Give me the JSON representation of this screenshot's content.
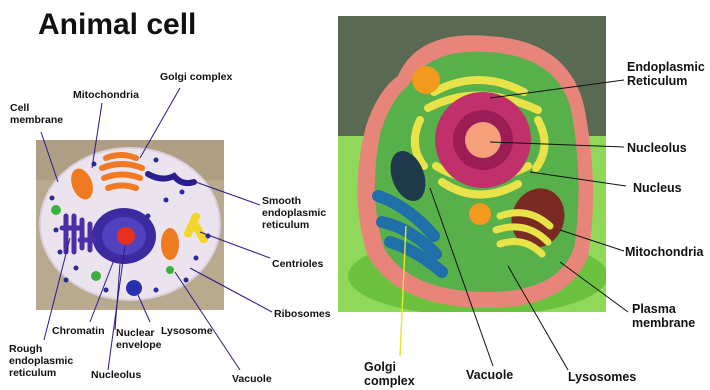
{
  "page_title": "Animal cell",
  "left_labels": {
    "cell_membrane": "Cell\nmembrane",
    "mitochondria": "Mitochondria",
    "golgi_complex": "Golgi complex",
    "smooth_er": "Smooth\nendoplasmic\nreticulum",
    "centrioles": "Centrioles",
    "ribosomes": "Ribosomes",
    "chromatin": "Chromatin",
    "nuclear_envelope": "Nuclear\nenvelope",
    "nucleolus": "Nucleolus",
    "lysosome": "Lysosome",
    "rough_er": "Rough\nendoplasmic\nreticulum",
    "vacuole": "Vacuole"
  },
  "right_labels": {
    "endoplasmic_reticulum": "Endoplasmic\nReticulum",
    "nucleolus": "Nucleolus",
    "nucleus": "Nucleus",
    "mitochondria": "Mitochondria",
    "plasma_membrane": "Plasma\nmembrane",
    "golgi_complex": "Golgi\ncomplex",
    "vacuole": "Vacuole",
    "lysosomes": "Lysosomes"
  },
  "colors": {
    "photo_background": "#5a6a52",
    "membrane_pink": "#e8857a",
    "cytoplasm_green": "#58b04a",
    "nucleus_magenta": "#c0306a",
    "nucleolus_peach": "#f5a07a",
    "er_yellow": "#e9e34a",
    "golgi_blue": "#1f6fa8",
    "left_plate": "#ece6ef",
    "left_purple": "#3a2a9c",
    "left_orange": "#f07a22"
  }
}
